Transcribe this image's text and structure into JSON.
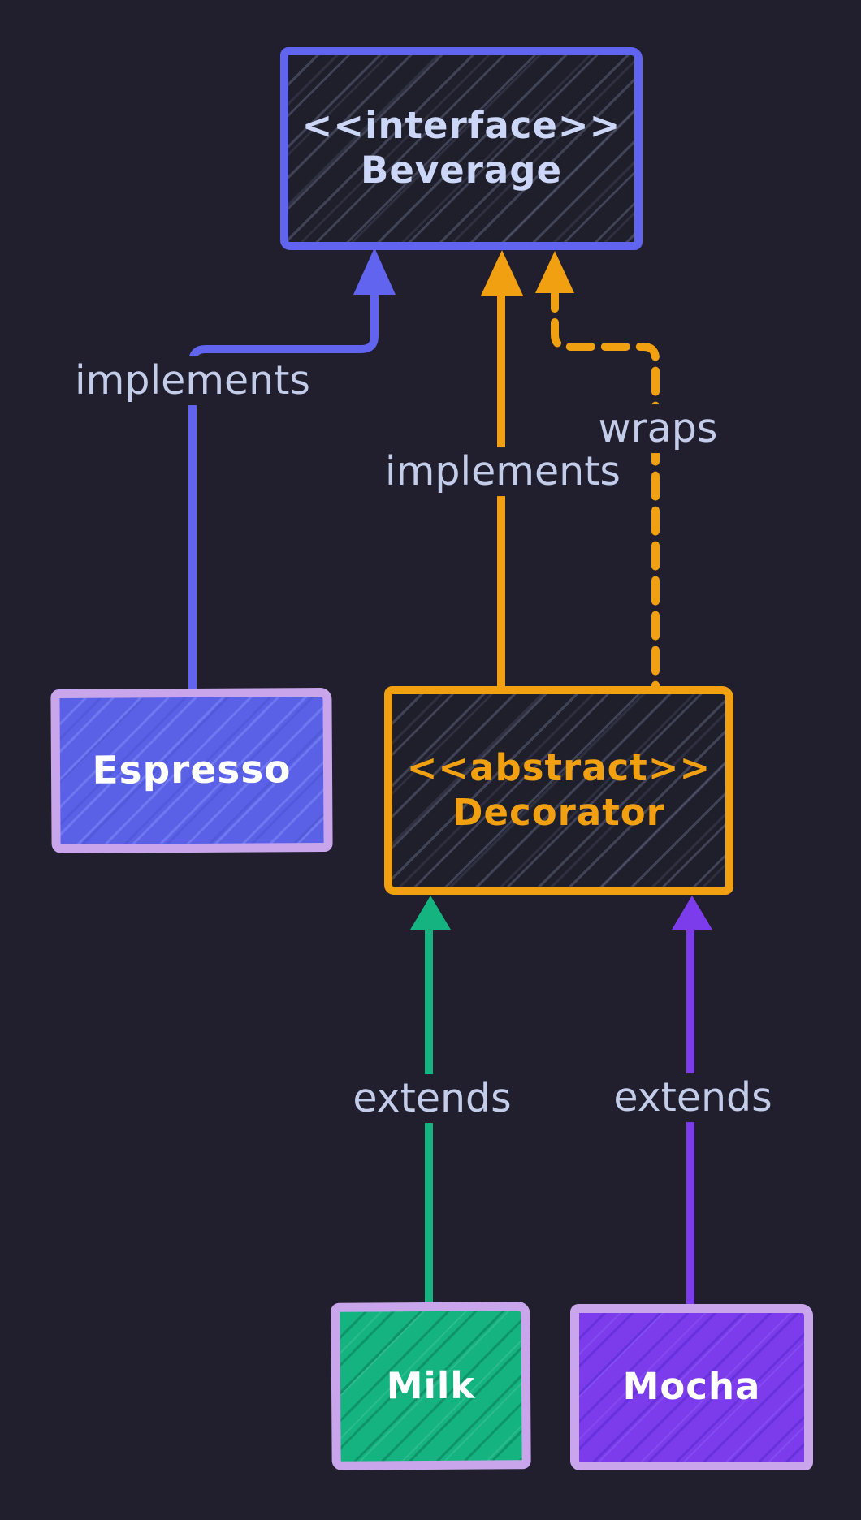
{
  "diagram": {
    "kind": "uml-class-diagram",
    "theme": "dark hand-drawn"
  },
  "palette": {
    "bg": "#211f2d",
    "panel": "#1f1e2b",
    "indigo": "#6064ee",
    "espresso": "#5a61e6",
    "lavender": "#c9a6ec",
    "orange": "#f0a011",
    "green": "#14b37f",
    "purple": "#7c3cec",
    "labeltext": "#c3cce9",
    "titletext": "#ccd6f6",
    "white": "#ffffff"
  },
  "nodes": {
    "beverage": {
      "stereotype": "<<interface>>",
      "name": "Beverage",
      "border_color": "#6064ee"
    },
    "espresso": {
      "name": "Espresso",
      "fill_color": "#5a61e6",
      "border_color": "#c9a6ec"
    },
    "decorator": {
      "stereotype": "<<abstract>>",
      "name": "Decorator",
      "border_color": "#f0a011"
    },
    "milk": {
      "name": "Milk",
      "fill_color": "#14b37f",
      "border_color": "#c9a6ec"
    },
    "mocha": {
      "name": "Mocha",
      "fill_color": "#7c3cec",
      "border_color": "#c9a6ec"
    }
  },
  "edges": {
    "espresso_implements": {
      "label": "implements",
      "from": "Espresso",
      "to": "Beverage",
      "style": "solid",
      "color": "#6064ee"
    },
    "decorator_implements": {
      "label": "implements",
      "from": "Decorator",
      "to": "Beverage",
      "style": "solid",
      "color": "#f0a011"
    },
    "decorator_wraps": {
      "label": "wraps",
      "from": "Decorator",
      "to": "Beverage",
      "style": "dashed",
      "color": "#f0a011"
    },
    "milk_extends": {
      "label": "extends",
      "from": "Milk",
      "to": "Decorator",
      "style": "solid",
      "color": "#14b37f"
    },
    "mocha_extends": {
      "label": "extends",
      "from": "Mocha",
      "to": "Decorator",
      "style": "solid",
      "color": "#7c3cec"
    }
  }
}
